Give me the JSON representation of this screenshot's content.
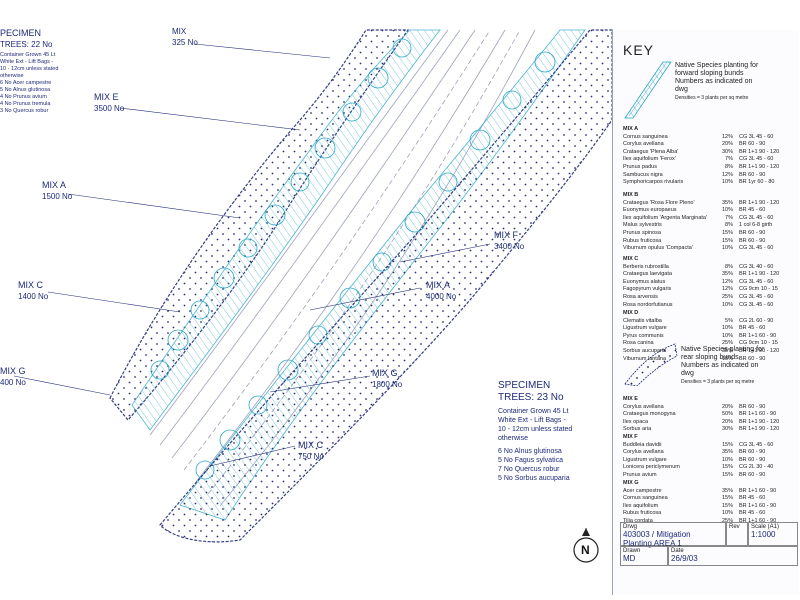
{
  "labels": [
    {
      "id": "specimen-top",
      "title": "PECIMEN",
      "count": "TREES: 22 No"
    },
    {
      "id": "mix-top",
      "title": "MIX",
      "count": "325 No"
    },
    {
      "id": "mix-e",
      "title": "MIX E",
      "count": "3500 No"
    },
    {
      "id": "mix-a-1",
      "title": "MIX A",
      "count": "1500 No"
    },
    {
      "id": "mix-f",
      "title": "MIX F",
      "count": "3400 No"
    },
    {
      "id": "mix-c-1",
      "title": "MIX C",
      "count": "1400 No"
    },
    {
      "id": "mix-a-2",
      "title": "MIX A",
      "count": "4000 No"
    },
    {
      "id": "mix-g-1",
      "title": "MIX G",
      "count": "400 No"
    },
    {
      "id": "mix-g-2",
      "title": "MIX G",
      "count": "1800 No"
    },
    {
      "id": "mix-c-2",
      "title": "MIX C",
      "count": "750 No"
    }
  ],
  "specimen_top_notes": [
    "Container Grown 45 Lt",
    "White Ext - Lift Bags -",
    "10 - 12cm unless stated",
    "otherwise",
    "",
    "6 No Acer campestre",
    "5 No Alnus glutinosa",
    "4 No Prunus avium",
    "4 No Prunus tremula",
    "3 No Quercus robur"
  ],
  "specimen_main": {
    "title": "SPECIMEN",
    "count": "TREES: 23 No",
    "notes": [
      "Container Grown 45 Lt",
      "White Ext - Lift Bags -",
      "10 - 12cm unless stated",
      "otherwise",
      "",
      "6 No Alnus glutinosa",
      "5 No Fagus sylvatica",
      "7 No Quercus robur",
      "5 No Sorbus aucuparia"
    ]
  },
  "key": {
    "title": "KEY",
    "forward_desc": [
      "Native Species planting for",
      "forward sloping bunds",
      "Numbers as indicated on",
      "dwg"
    ],
    "forward_density": "Densities = 3 plants per sq metre",
    "rear_desc": [
      "Native Species planting for",
      "rear sloping bunds.",
      "Numbers as indicated on",
      "dwg"
    ],
    "rear_density": "Densities = 3 plants per sq metre",
    "mixes": [
      {
        "name": "MIX A",
        "rows": [
          [
            "Cornus sanguinea",
            "12%",
            "CG 3L  45 - 60"
          ],
          [
            "Corylus avellana",
            "20%",
            "BR  60 - 90"
          ],
          [
            "Crataegus 'Plena Alba'",
            "30%",
            "BR 1+1  90 - 120"
          ],
          [
            "Ilex aquifolium 'Ferox'",
            "7%",
            "CG 3L  45 - 60"
          ],
          [
            "Prunus padus",
            "8%",
            "BR 1+1  90 - 120"
          ],
          [
            "Sambucus nigra",
            "12%",
            "BR  60 - 90"
          ],
          [
            "Symphoricarpos rivularis",
            "10%",
            "BR 1yr  60 - 80"
          ]
        ]
      },
      {
        "name": "MIX B",
        "rows": [
          [
            "Crataegus 'Rosa Flore Pleno'",
            "35%",
            "BR 1+1  90 - 120"
          ],
          [
            "Euonymus europaeus",
            "10%",
            "BR  45 - 60"
          ],
          [
            "Ilex aquifolium 'Argenta Marginata'",
            "7%",
            "CG 3L  45 - 60"
          ],
          [
            "Malus sylvestris",
            "8%",
            "1 col  6-8 girth"
          ],
          [
            "Prunus spinosa",
            "15%",
            "BR  60 - 90"
          ],
          [
            "Rubus fruticosa",
            "15%",
            "BR  60 - 90"
          ],
          [
            "Viburnum opulus 'Compacta'",
            "10%",
            "CG 3L  45 - 60"
          ]
        ]
      },
      {
        "name": "MIX C",
        "rows": [
          [
            "Berberis rubrostilla",
            "8%",
            "CG 3L  40 - 60"
          ],
          [
            "Crataegus laevigata",
            "35%",
            "BR 1+1  90 - 120"
          ],
          [
            "Euonymus alatus",
            "12%",
            "CG 3L  45 - 60"
          ],
          [
            "Fagopyrum vulgaris",
            "12%",
            "CG 9cm  10 - 15"
          ],
          [
            "Rosa arvensis",
            "25%",
            "CG 3L  45 - 60"
          ],
          [
            "Rosa nordorfutianus",
            "10%",
            "CG 3L  45 - 60"
          ]
        ]
      },
      {
        "name": "MIX D",
        "rows": [
          [
            "Clematis vitalba",
            "5%",
            "CG 2L  60 - 90"
          ],
          [
            "Ligustrum vulgare",
            "10%",
            "BR  45 - 60"
          ],
          [
            "Pyrus communis",
            "10%",
            "BR 1+1  60 - 90"
          ],
          [
            "Rosa canina",
            "25%",
            "CG 9cm  10 - 15"
          ],
          [
            "Sorbus aucuparia",
            "35%",
            "BR 1+1  90 - 120"
          ],
          [
            "Viburnum lantana",
            "15%",
            "BR  60 - 90"
          ]
        ]
      },
      {
        "name": "MIX E",
        "rows": [
          [
            "Corylus avellana",
            "20%",
            "BR  60 - 90"
          ],
          [
            "Crataegus monogyna",
            "50%",
            "BR 1+1  60 - 90"
          ],
          [
            "Ilex opaca",
            "20%",
            "BR 1+1  90 - 120"
          ],
          [
            "Sorbus aria",
            "30%",
            "BR 1+1  90 - 120"
          ]
        ]
      },
      {
        "name": "MIX F",
        "rows": [
          [
            "Buddleia davidii",
            "15%",
            "CG 3L  45 - 60"
          ],
          [
            "Corylus avellana",
            "35%",
            "BR  60 - 90"
          ],
          [
            "Ligustrum vulgare",
            "10%",
            "BR  60 - 90"
          ],
          [
            "Lonicera periclymenum",
            "15%",
            "CG 2L  30 - 40"
          ],
          [
            "Prunus avium",
            "15%",
            "BR  60 - 90"
          ]
        ]
      },
      {
        "name": "MIX G",
        "rows": [
          [
            "Acer campestre",
            "35%",
            "BR 1+1  60 - 90"
          ],
          [
            "Cornus sanguinea",
            "15%",
            "BR  45 - 60"
          ],
          [
            "Ilex aquifolium",
            "15%",
            "BR 1+1  60 - 90"
          ],
          [
            "Rubus fruticosa",
            "10%",
            "BR  45 - 60"
          ],
          [
            "Tilia cordata",
            "25%",
            "BR 1+1  60 - 90"
          ]
        ]
      }
    ]
  },
  "title_block": {
    "drwg_label": "Drwg",
    "drwg_value": "403003 / Mitigation",
    "title_value": "Planting  AREA 1",
    "rev_label": "Rev",
    "scale_label": "Scale (A1)",
    "scale_value": "1:1000",
    "drawn_label": "Drawn",
    "drawn_value": "MD",
    "date_label": "Date",
    "date_value": "26/9/03"
  },
  "north_symbol": "N",
  "colors": {
    "ink": "#1e2a78",
    "hatch": "#2ca7c8",
    "dots": "#1a1a60",
    "lines": "#9ca3bd"
  }
}
